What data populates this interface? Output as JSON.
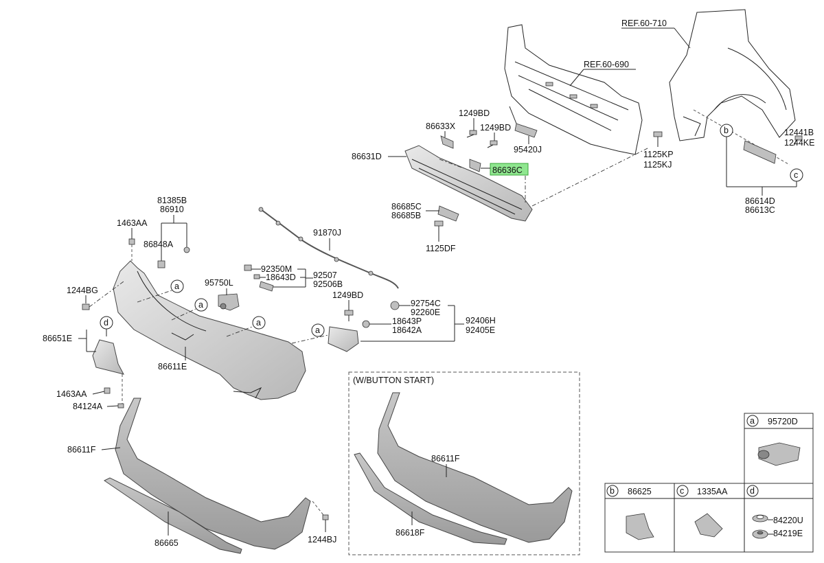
{
  "labels": {
    "ref_60_710": "REF.60-710",
    "ref_60_690": "REF.60-690",
    "p1249BD_a": "1249BD",
    "p86633X": "86633X",
    "p1249BD_b": "1249BD",
    "p86631D": "86631D",
    "p95420J": "95420J",
    "p86636C": "86636C",
    "p1125KP": "1125KP",
    "p1125KJ": "1125KJ",
    "p12441B": "12441B",
    "p1244KE": "1244KE",
    "p86614D": "86614D",
    "p86613C": "86613C",
    "p86685C": "86685C",
    "p86685B": "86685B",
    "p1125DF": "1125DF",
    "p81385B": "81385B",
    "p86910": "86910",
    "p1463AA_a": "1463AA",
    "p86848A": "86848A",
    "p91870J": "91870J",
    "p92350M": "92350M",
    "p18643D_a": "18643D",
    "p92507": "92507",
    "p92506B": "92506B",
    "p1244BG": "1244BG",
    "p95750L": "95750L",
    "p1249BD_c": "1249BD",
    "p92754C": "92754C",
    "p92260E": "92260E",
    "p18643P": "18643P",
    "p18642A": "18642A",
    "p92406H": "92406H",
    "p92405E": "92405E",
    "p86651E": "86651E",
    "p86611E": "86611E",
    "p1463AA_b": "1463AA",
    "p84124A": "84124A",
    "p86611F_a": "86611F",
    "p86665": "86665",
    "p1244BJ": "1244BJ",
    "wbutton_title": "(W/BUTTON START)",
    "p86611F_b": "86611F",
    "p86618F": "86618F"
  },
  "callouts": {
    "a": "a",
    "b": "b",
    "c": "c",
    "d": "d"
  },
  "legend": {
    "a_part": "95720D",
    "b_part": "86625",
    "c_part": "1335AA",
    "d_part1": "84220U",
    "d_part2": "84219E"
  },
  "colors": {
    "highlight": "#8fe68f",
    "highlight_border": "#3aa63a",
    "bumper_fill": "#d6d6d6"
  }
}
